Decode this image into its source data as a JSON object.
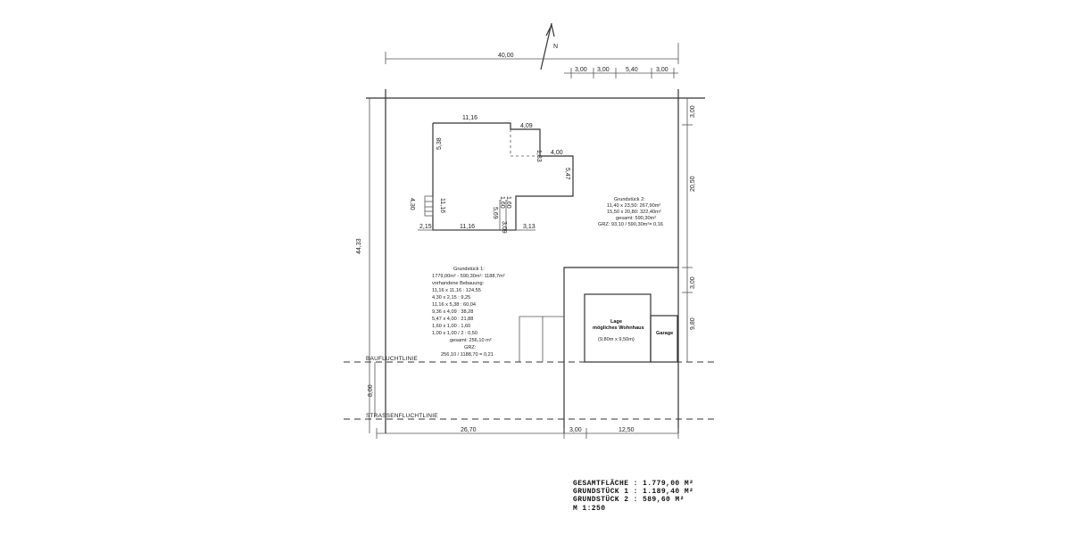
{
  "north": {
    "label": "N"
  },
  "top_dims": {
    "total": "40,00",
    "d1": "3,00",
    "d2": "3,00",
    "d3": "5,40",
    "d4": "3,00"
  },
  "right_dims": {
    "r1": "3,00",
    "r2": "20,50",
    "r3": "3,00",
    "r4": "9,80"
  },
  "left_dims": {
    "depth": "44,33",
    "setback": "8,00"
  },
  "bottom_dims": {
    "b1": "26,70",
    "b2": "3,00",
    "b3": "12,50"
  },
  "house_dims": {
    "w_top": "11,16",
    "h_left": "5,38",
    "w_step": "4,09",
    "h_step": "1,83",
    "w_right": "4,00",
    "h_right": "5,47",
    "h_mid": "11,16",
    "stair": "4,30",
    "w_stair": "2,15",
    "w_bottom": "11,16",
    "s1": "5,69",
    "s2": "1,60",
    "s3": "1,60",
    "s4": "3,09",
    "w_small": "3,13"
  },
  "lines": {
    "bauflucht": "BAUFLUCHTLINIE",
    "strassen": "STRASSENFLUCHTLINIE"
  },
  "plot1": {
    "lines": [
      "Grundstück 1:",
      "1779,00m² - 590,30m²: 1188,7m²",
      "vorhandene Bebauung:",
      "11,16 x 11,16 : 124,55",
      "4,30 x 2,15 :     9,25",
      "11,16 x 5,38 :   60,04",
      "9,36 x 4,09 :    38,28",
      "5,47 x 4,00 :    21,88",
      "1,60 x 1,00 :     1,60",
      "1,00 x 1,00 / 2 : 0,50",
      "gesamt: 256,10 m²",
      "GRZ:",
      "256,10 / 1188,70 = 0,21"
    ]
  },
  "plot2": {
    "lines": [
      "Grundstück 2:",
      "11,40 x 23,50: 267,90m²",
      "15,50 x 20,80: 322,40m²",
      "gesamt: 590,30m²",
      "GRZ: 93,10 / 590,30m²= 0,16"
    ]
  },
  "new_house": {
    "l1": "Lage",
    "l2": "mögliches Wohnhaus",
    "l3": "(9,80m x 9,50m)"
  },
  "garage": "Garage",
  "summary": [
    "GESAMTFLÄCHE : 1.779,00 M²",
    "GRUNDSTÜCK 1 : 1.189,40 M²",
    "GRUNDSTÜCK 2 :   589,60 M²",
    "M 1:250"
  ]
}
